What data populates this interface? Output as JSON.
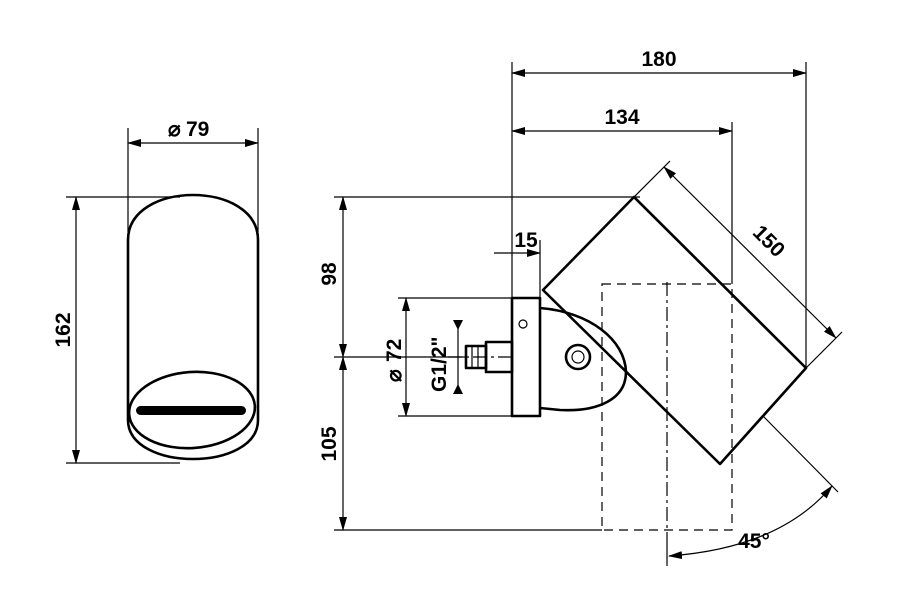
{
  "drawing": {
    "front_view": {
      "diameter_label": "79",
      "height_label": "162"
    },
    "side_view": {
      "overall_projection_label": "180",
      "partial_projection_label": "134",
      "flange_thickness_label": "15",
      "head_length_label": "150",
      "upper_height_label": "98",
      "lower_height_label": "105",
      "mount_diameter_label": "72",
      "thread_label": "G1/2\"",
      "tilt_angle_label": "45°"
    },
    "symbols": {
      "diameter": "⌀"
    }
  }
}
